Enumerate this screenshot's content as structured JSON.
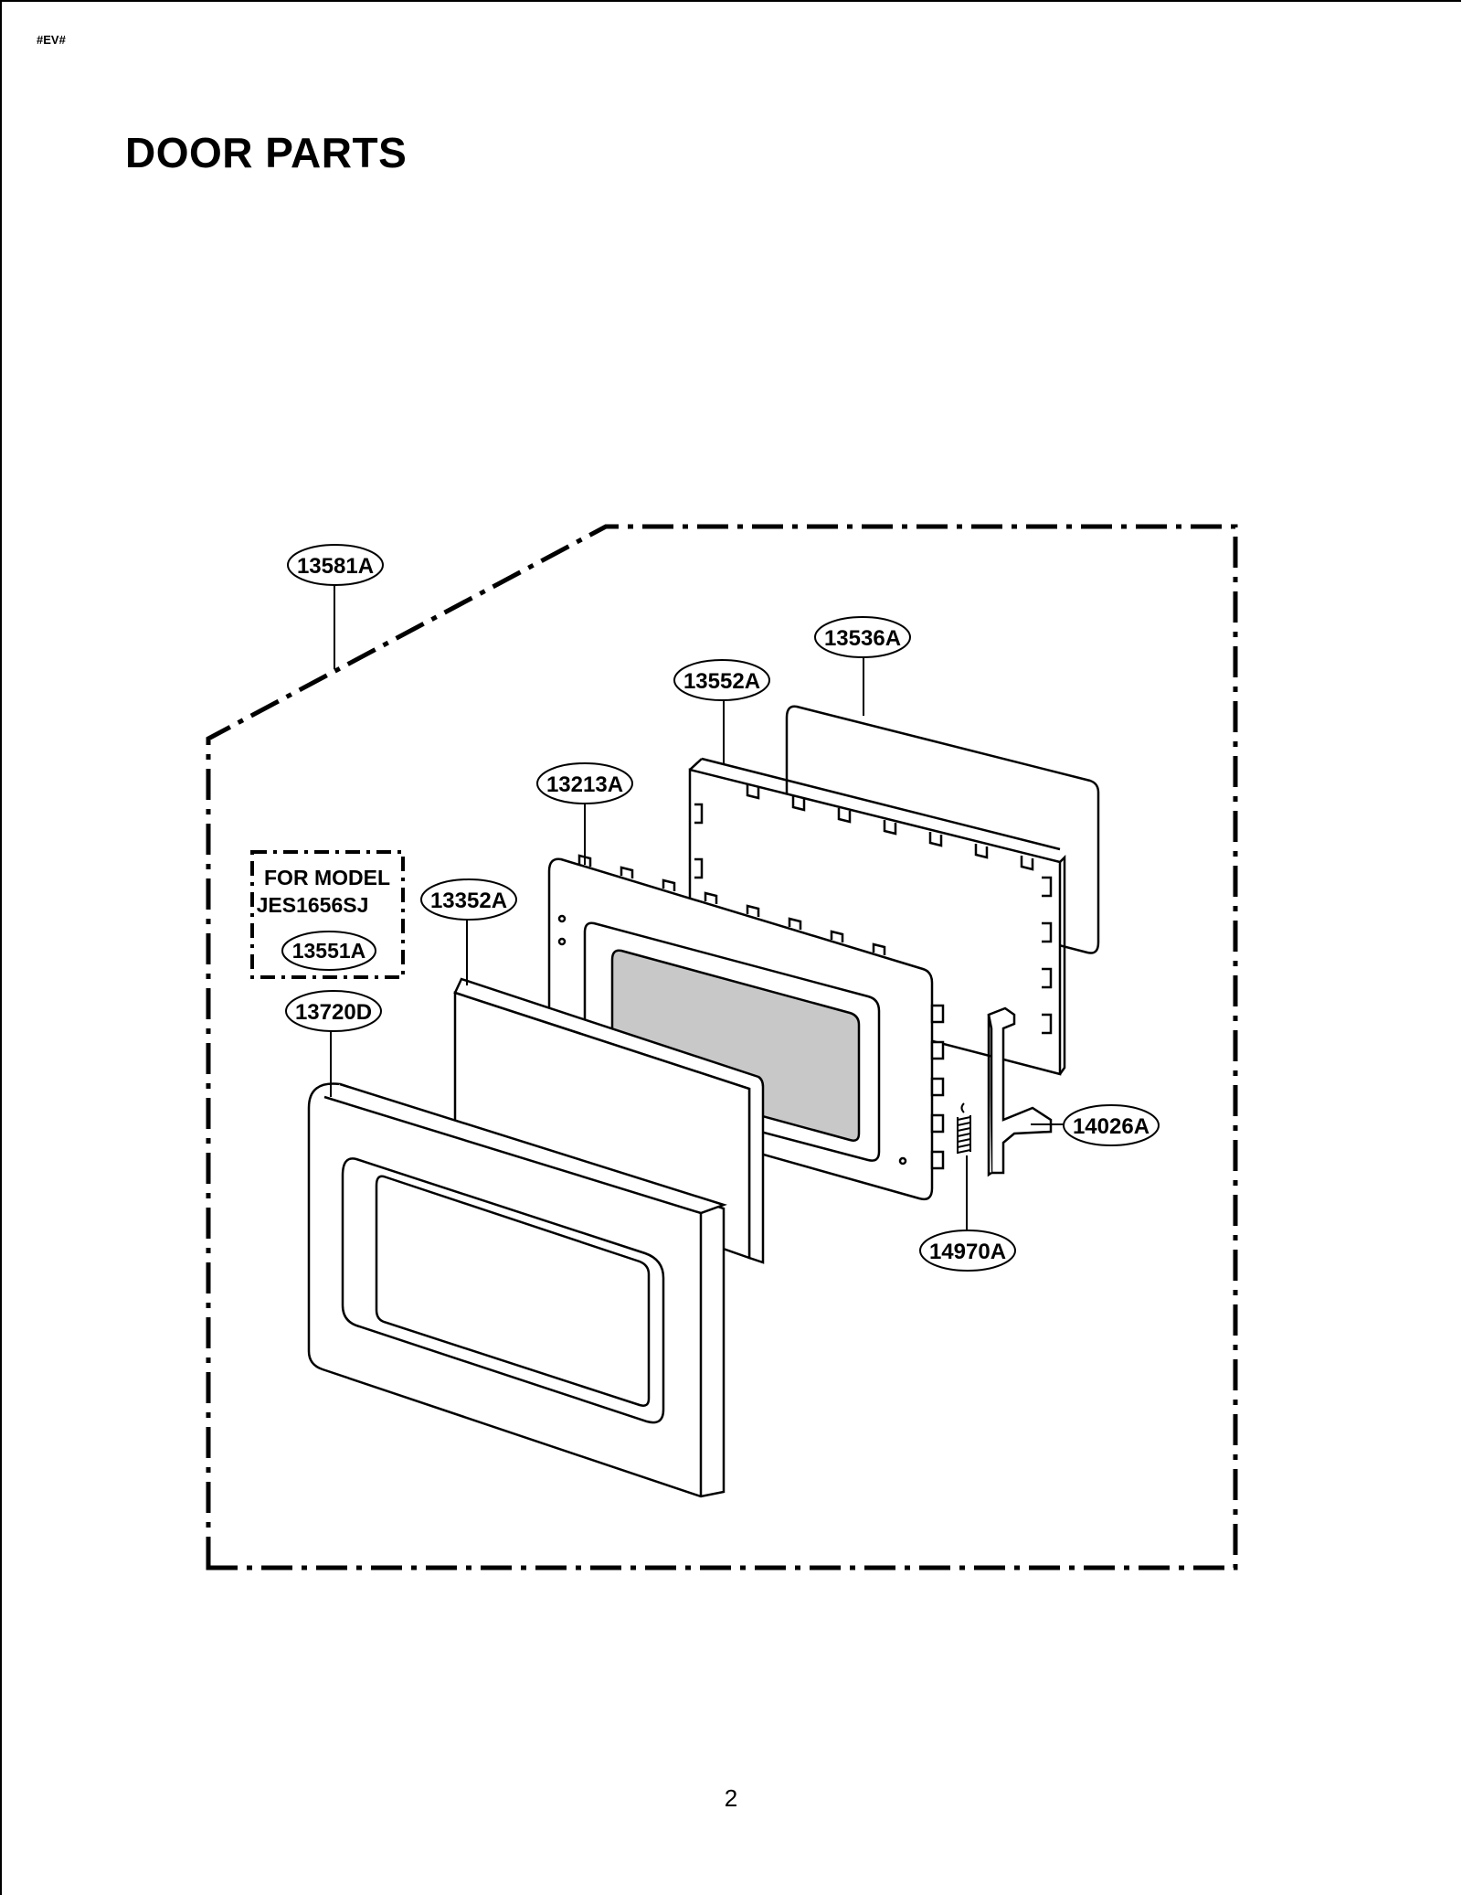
{
  "header": {
    "code": "#EV#",
    "title": "DOOR PARTS"
  },
  "note": {
    "line1": "FOR MODEL",
    "line2": "JES1656SJ",
    "part": "13551A"
  },
  "parts": {
    "assembly": "13581A",
    "shield_sheet": "13536A",
    "choke_frame": "13552A",
    "door_frame": "13213A",
    "screen_sheet": "13352A",
    "door_trim": "13720D",
    "latch_hook": "14026A",
    "spring": "14970A"
  },
  "footer": {
    "page_number": "2"
  },
  "colors": {
    "line": "#000000",
    "window_fill": "#c8c8c8",
    "background": "#ffffff"
  }
}
